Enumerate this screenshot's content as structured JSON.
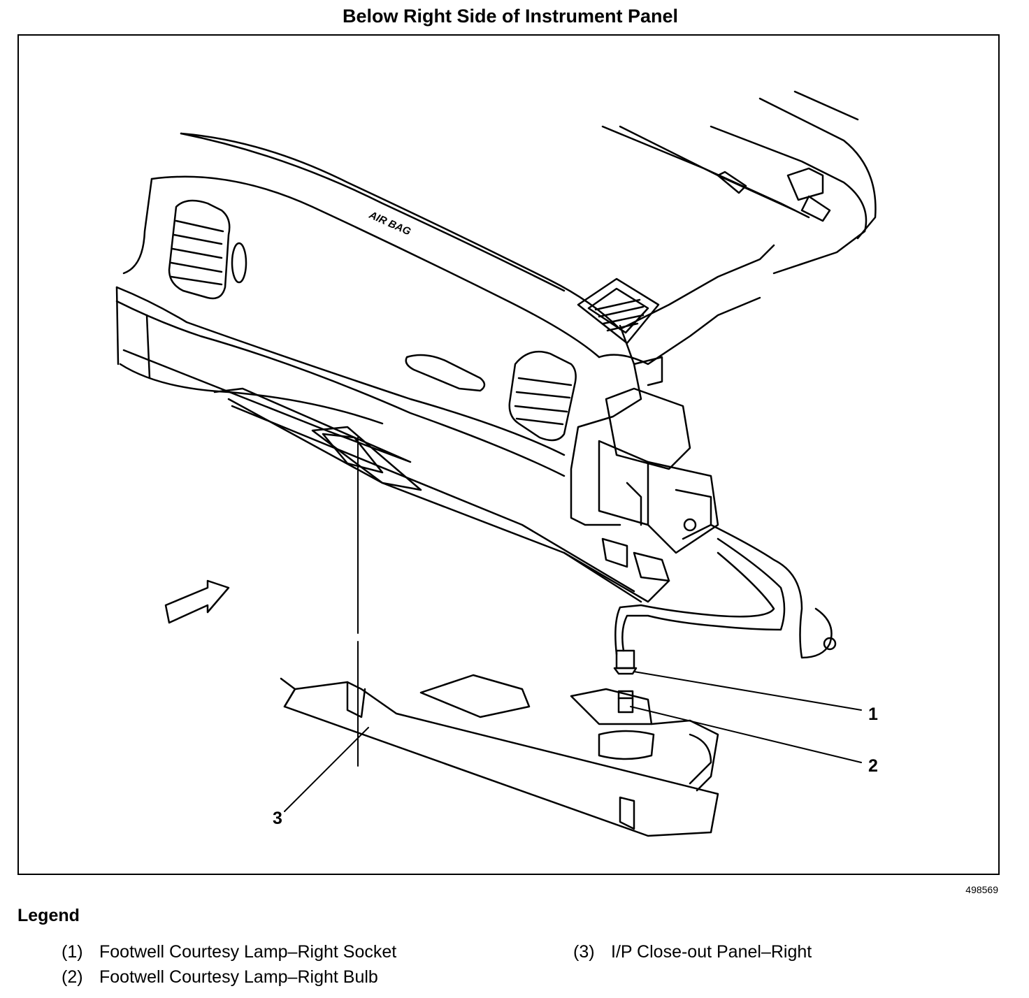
{
  "title": "Below Right Side of Instrument Panel",
  "figure_number": "498569",
  "airbag_marking": "AIR BAG",
  "callouts": [
    {
      "number": "1"
    },
    {
      "number": "2"
    },
    {
      "number": "3"
    }
  ],
  "legend": {
    "heading": "Legend",
    "items": [
      {
        "number": "(1)",
        "label": "Footwell Courtesy Lamp–Right Socket"
      },
      {
        "number": "(2)",
        "label": "Footwell Courtesy Lamp–Right Bulb"
      },
      {
        "number": "(3)",
        "label": "I/P Close-out Panel–Right"
      }
    ]
  }
}
